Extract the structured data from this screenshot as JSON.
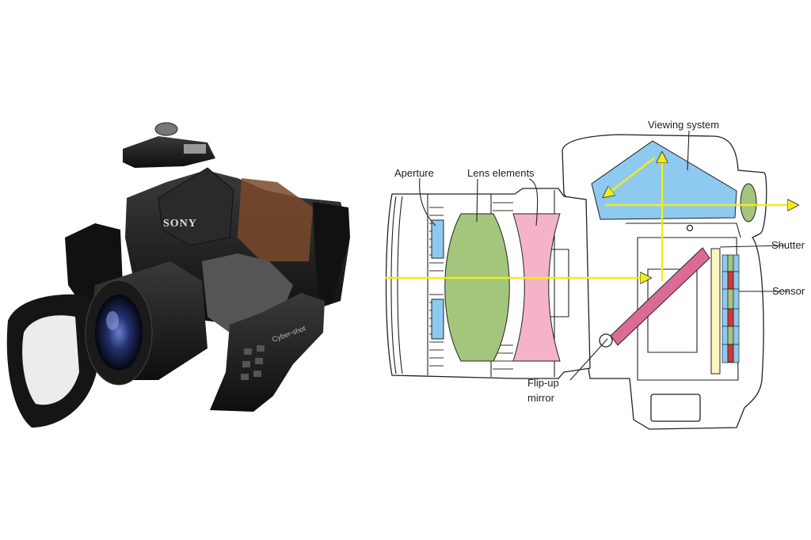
{
  "photo": {
    "brand_logo": "SONY",
    "model_logo": "Cyber-shot"
  },
  "diagram": {
    "labels": {
      "viewing_system": "Viewing system",
      "aperture": "Aperture",
      "lens_elements": "Lens elements",
      "shutter": "Shutter",
      "sensor": "Sensor",
      "flip_up_mirror_line1": "Flip-up",
      "flip_up_mirror_line2": "mirror"
    },
    "colors": {
      "light_path": "#f2ec1c",
      "prism": "#8ec9ef",
      "convex_lens": "#a3c57c",
      "concave_lens": "#f4b3c8",
      "mirror": "#dc6a98",
      "shutter": "#fbf5c2",
      "aperture": "#8ec9ef"
    }
  }
}
